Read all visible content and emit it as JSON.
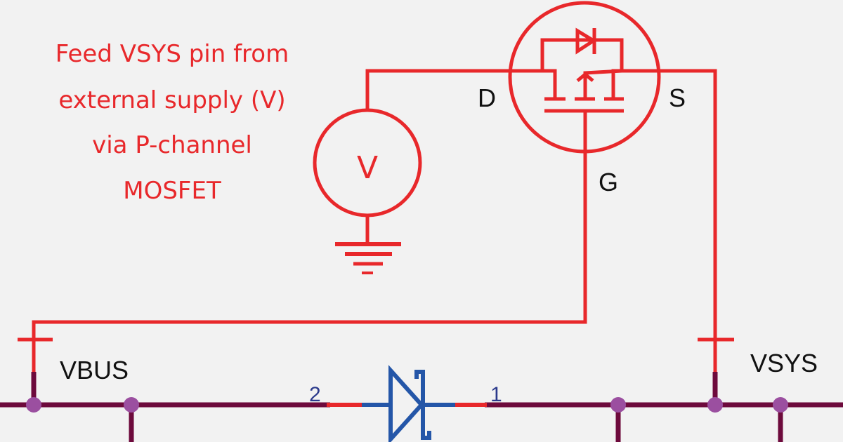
{
  "annotation": {
    "lines": [
      "Feed VSYS pin from",
      "external supply (V)",
      "via P-channel",
      "MOSFET"
    ]
  },
  "mosfet": {
    "type": "P-channel MOSFET",
    "pins": {
      "drain": "D",
      "source": "S",
      "gate": "G"
    }
  },
  "voltage_source": {
    "label": "V"
  },
  "ground": {
    "symbol": "ground-icon"
  },
  "nets": {
    "vbus": "VBUS",
    "vsys": "VSYS"
  },
  "diode": {
    "pin_anode": "2",
    "pin_cathode": "1",
    "type": "schottky"
  },
  "colors": {
    "added_circuit": "#e8282b",
    "net_wire": "#6d0a3c",
    "junction": "#9b4fa0",
    "diode": "#2456a8",
    "background": "#f2f2f2"
  }
}
